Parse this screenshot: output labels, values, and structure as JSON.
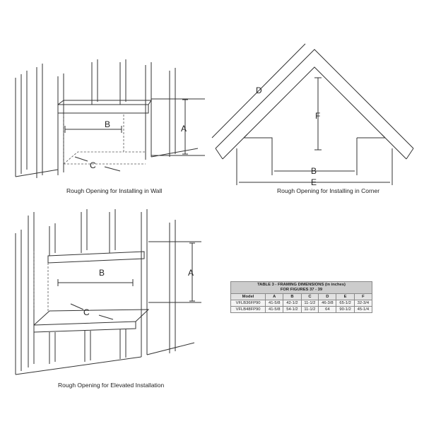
{
  "figures": {
    "wall": {
      "caption": "Rough Opening for Installing in Wall",
      "labels": {
        "a": "A",
        "b": "B",
        "c": "C"
      }
    },
    "corner": {
      "caption": "Rough Opening for Installing in Corner",
      "labels": {
        "b": "B",
        "d": "D",
        "e": "E",
        "f": "F"
      }
    },
    "elevated": {
      "caption": "Rough Opening for Elevated Installation",
      "labels": {
        "a": "A",
        "b": "B",
        "c": "C"
      }
    }
  },
  "table": {
    "title_line1": "TABLE 3 - FRAMING DIMENSIONS (in inches)",
    "title_line2": "FOR FIGURES 37 - 39",
    "headers": [
      "Model",
      "A",
      "B",
      "C",
      "D",
      "E",
      "F"
    ],
    "rows": [
      [
        "VFLB36FP90",
        "41-5/8",
        "42-1/2",
        "11-1/2",
        "46-3/8",
        "65-1/2",
        "32-3/4"
      ],
      [
        "VFLB48FP90",
        "41-5/8",
        "54-1/2",
        "11-1/2",
        "64",
        "90-1/2",
        "45-1/4"
      ]
    ]
  }
}
